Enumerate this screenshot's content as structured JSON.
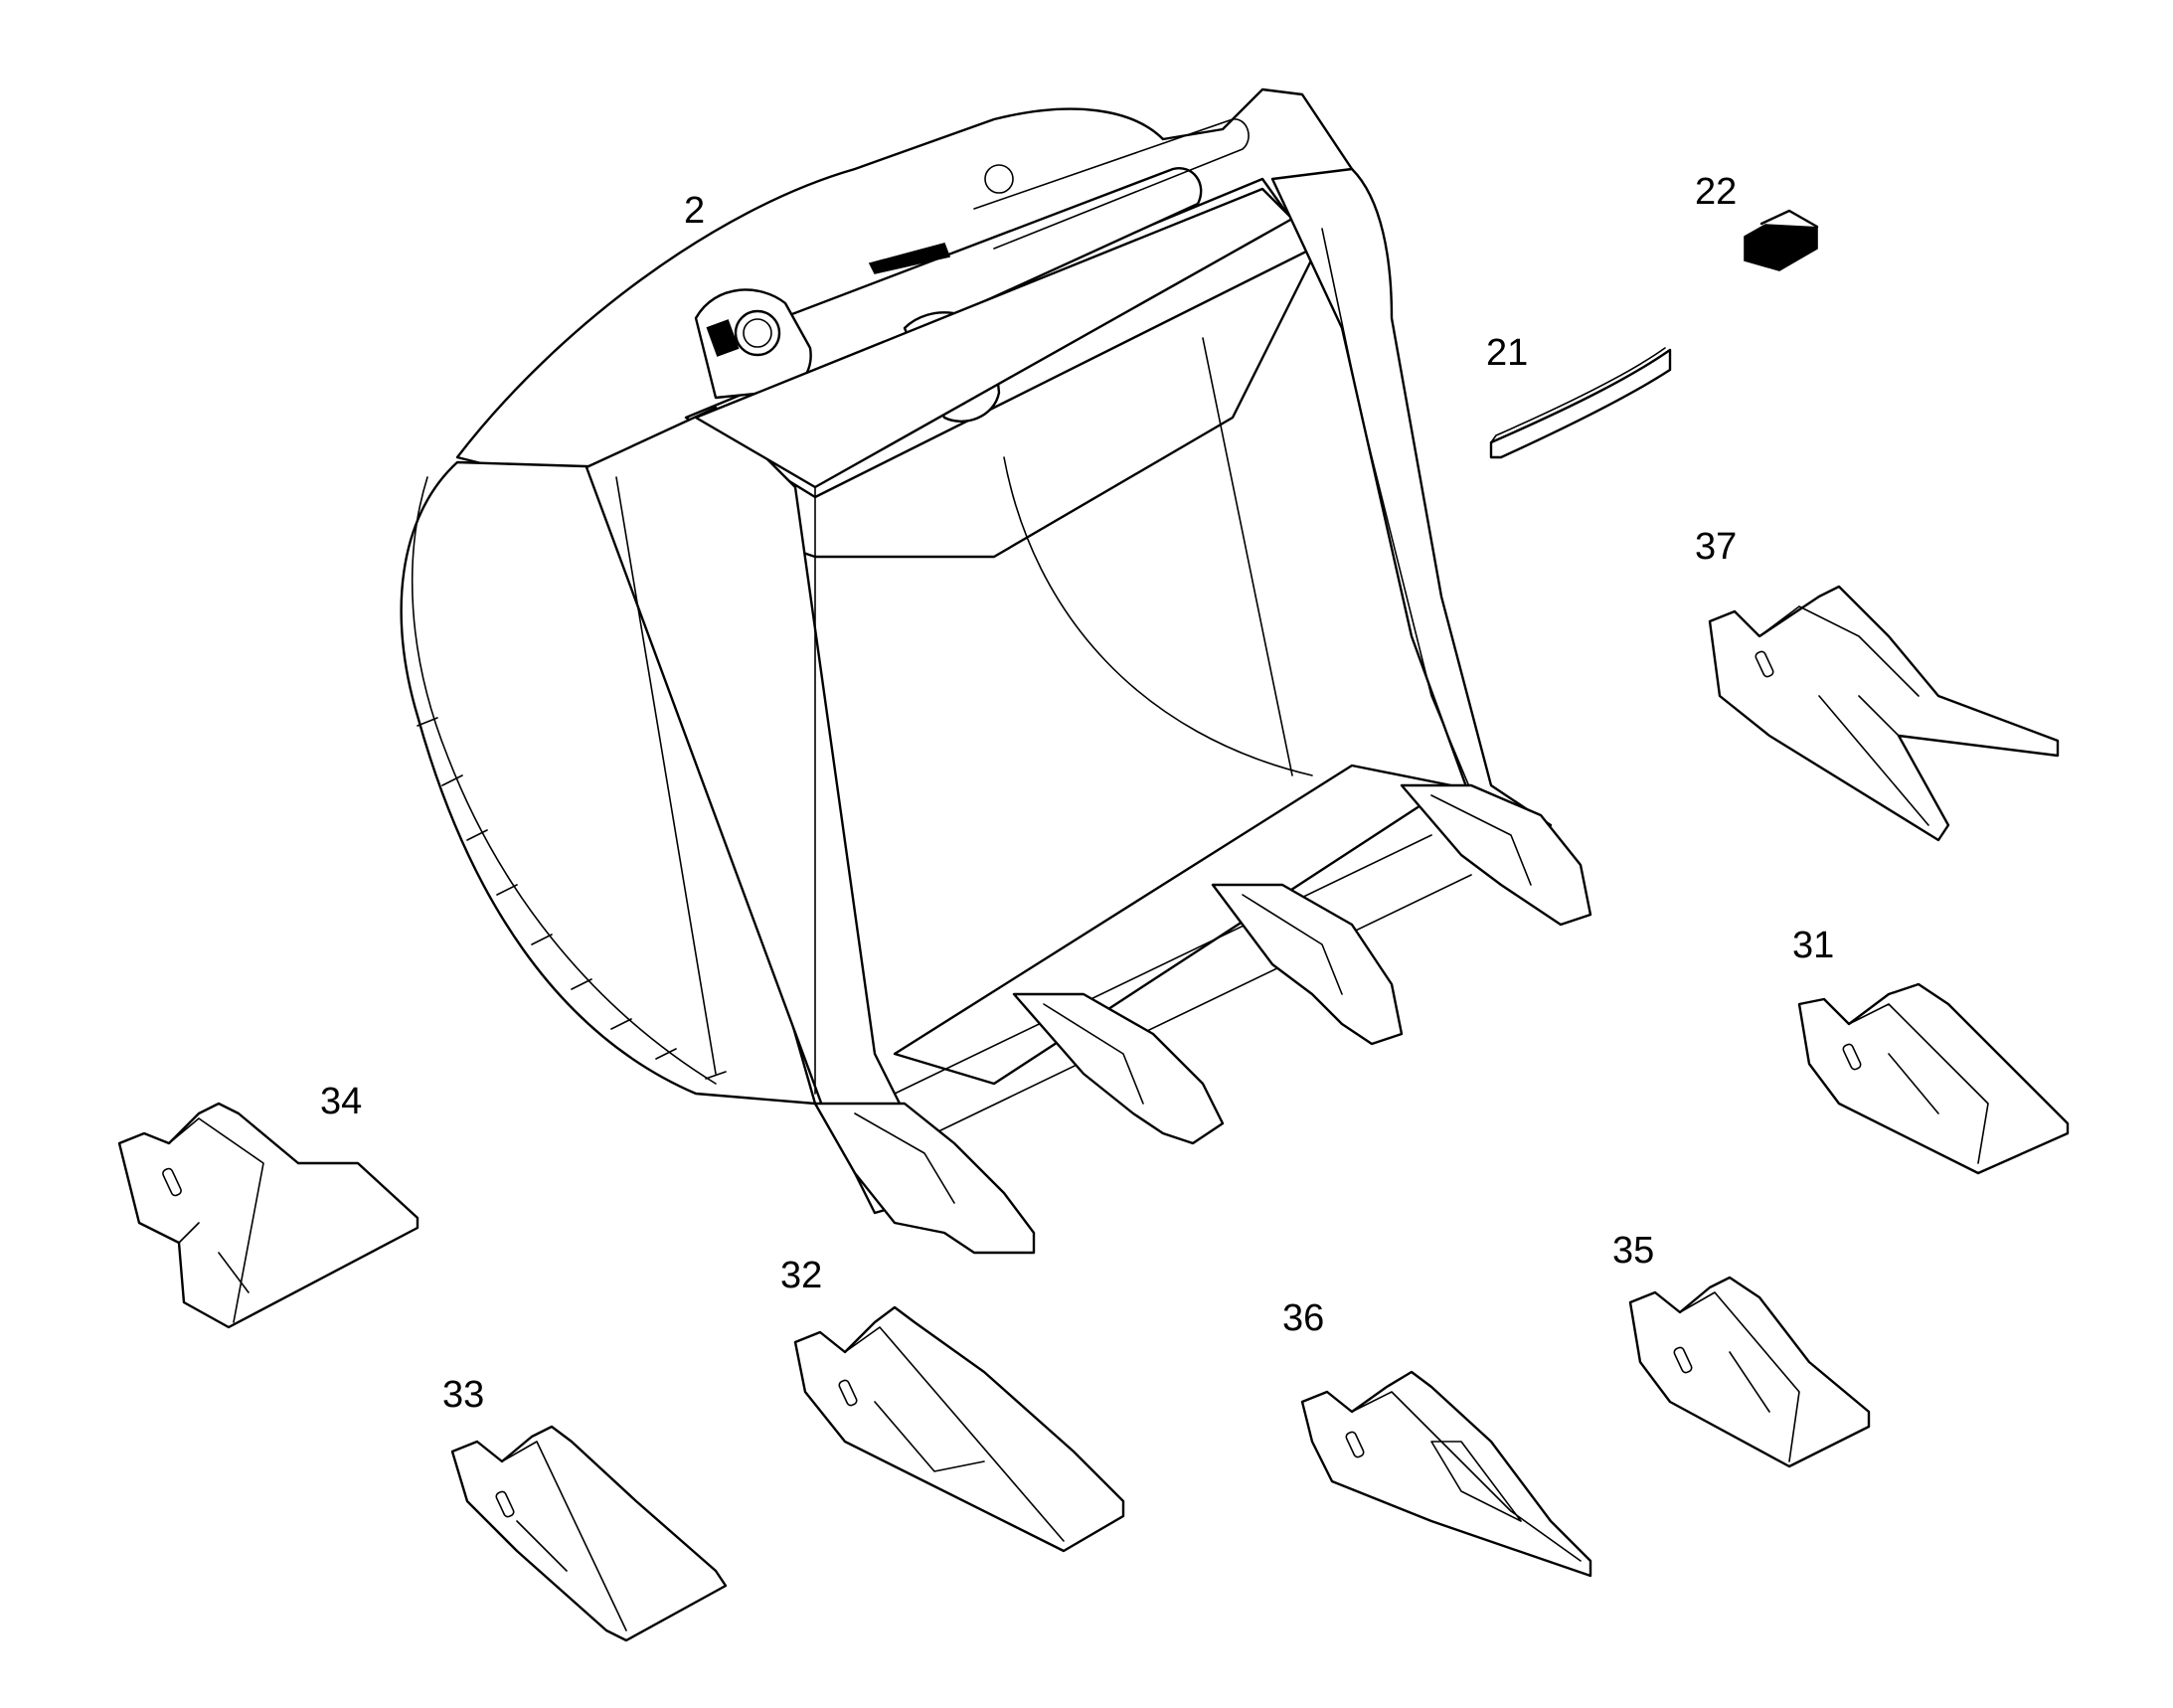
{
  "diagram": {
    "parts": [
      {
        "id": "bucket",
        "label": "2",
        "icon": "bucket-icon"
      },
      {
        "id": "pin-retainer",
        "label": "22",
        "icon": "retainer-icon"
      },
      {
        "id": "wear-strip",
        "label": "21",
        "icon": "wear-strip-icon"
      },
      {
        "id": "tooth-37",
        "label": "37",
        "icon": "tooth-icon"
      },
      {
        "id": "tooth-31",
        "label": "31",
        "icon": "tooth-icon"
      },
      {
        "id": "tooth-34",
        "label": "34",
        "icon": "tooth-icon"
      },
      {
        "id": "tooth-35",
        "label": "35",
        "icon": "tooth-icon"
      },
      {
        "id": "tooth-36",
        "label": "36",
        "icon": "tooth-icon"
      },
      {
        "id": "tooth-32",
        "label": "32",
        "icon": "tooth-icon"
      },
      {
        "id": "tooth-33",
        "label": "33",
        "icon": "tooth-icon"
      }
    ]
  }
}
